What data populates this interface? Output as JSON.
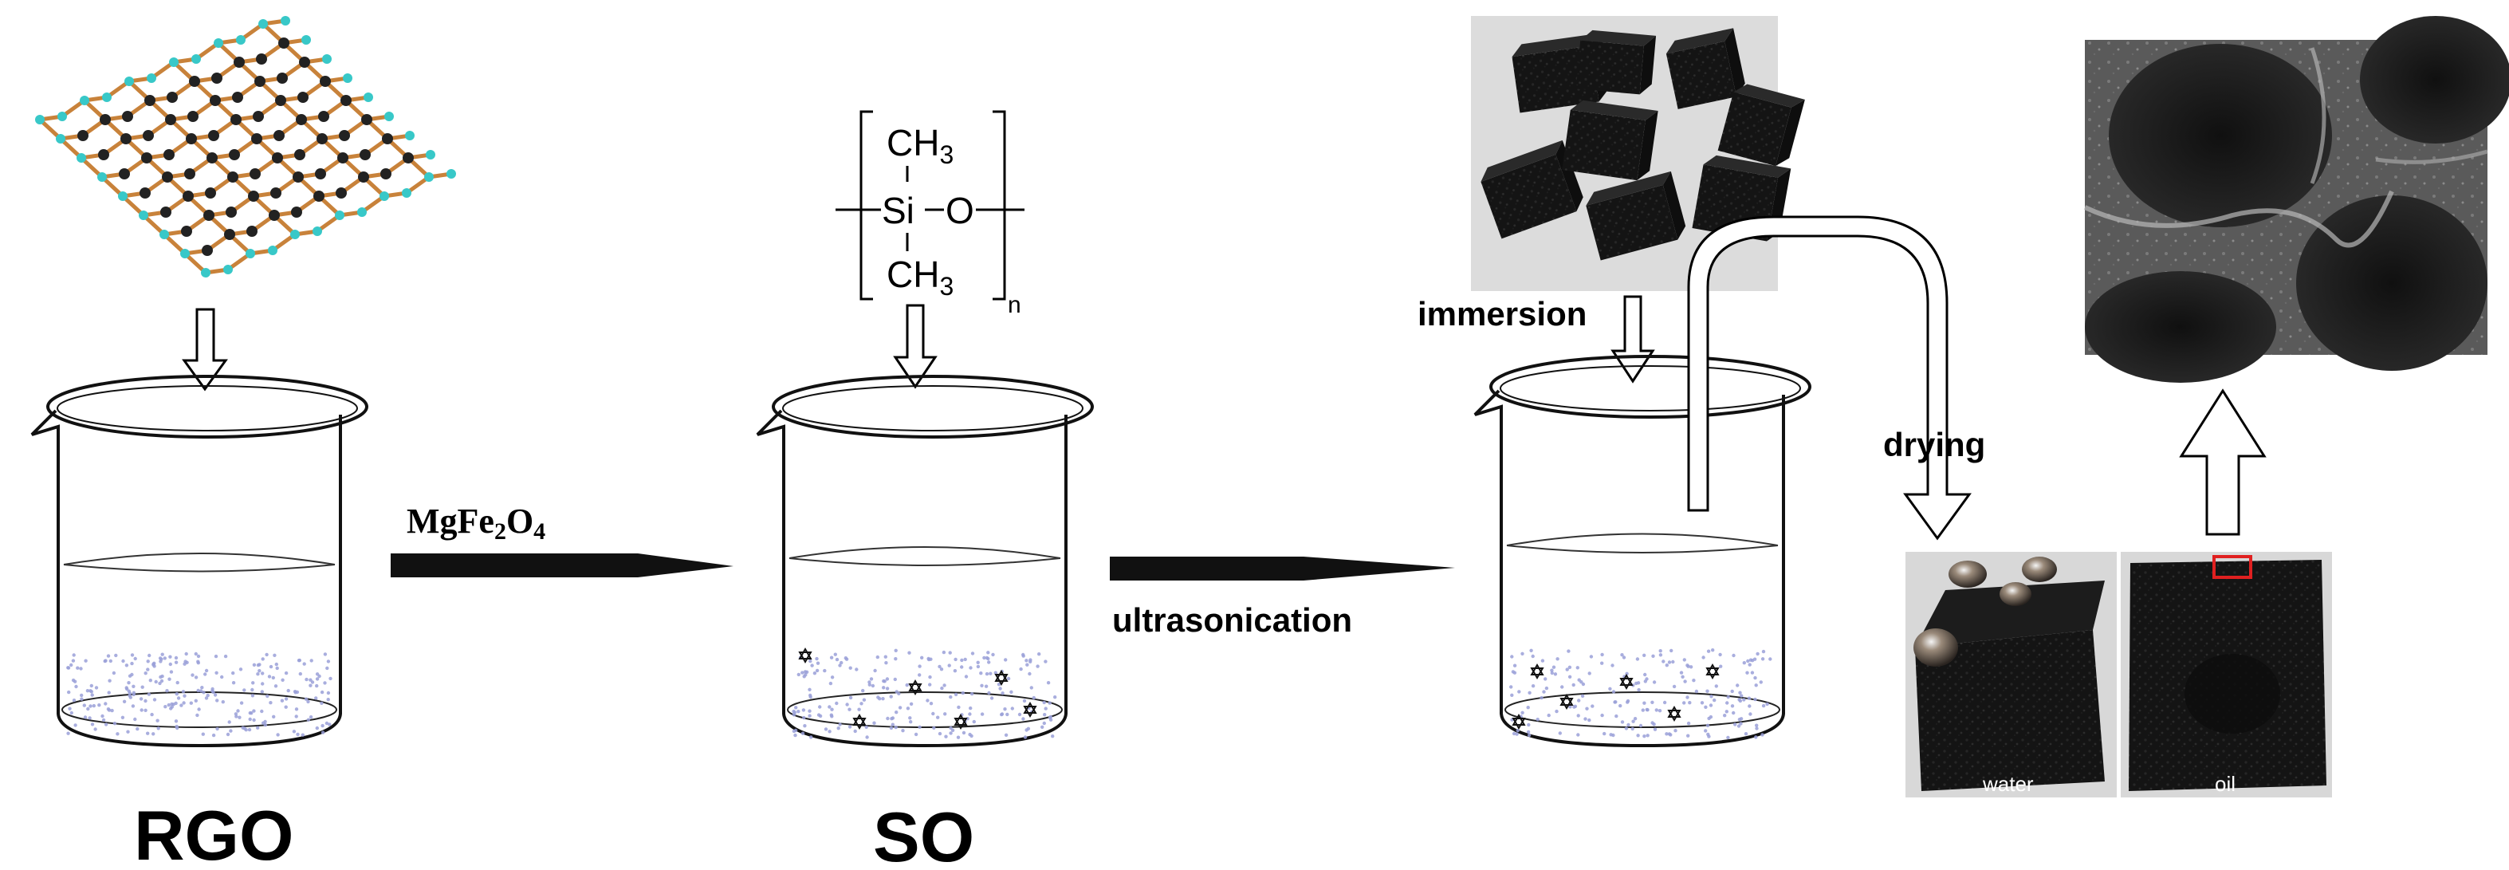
{
  "labels": {
    "rgo": "RGO",
    "so": "SO",
    "reagent": "MgFe",
    "reagent_sub1": "2",
    "reagent_mid": "O",
    "reagent_sub2": "4",
    "ultrasonication": "ultrasonication",
    "immersion": "immersion",
    "drying": "drying"
  },
  "polymer": {
    "top_group": "CH",
    "top_sub": "3",
    "si": "Si",
    "o": "O",
    "bottom_group": "CH",
    "bottom_sub": "3",
    "repeat": "n"
  },
  "photos": {
    "water_caption": "water",
    "oil_caption": "oil"
  },
  "colors": {
    "carbon_bond": "#c8823a",
    "carbon_atom": "#222222",
    "edge_atom": "#38c8c8",
    "particles": "#9aa0d8",
    "sponge": "#141414",
    "sem_bg": "#3a3a3a",
    "highlight_box": "#e02020"
  }
}
